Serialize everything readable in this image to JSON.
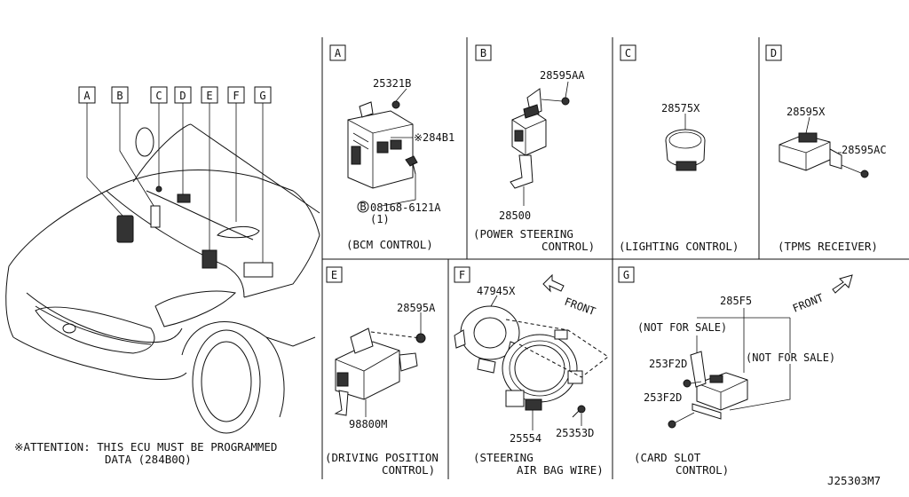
{
  "overview_labels": [
    "A",
    "B",
    "C",
    "D",
    "E",
    "F",
    "G"
  ],
  "attention_note": {
    "line1": "※ATTENTION: THIS ECU MUST BE PROGRAMMED",
    "line2": "DATA (284B0Q)"
  },
  "panels": {
    "A": {
      "letter": "A",
      "parts": [
        "25321B",
        "※284B1",
        "08168-6121A",
        "(1)"
      ],
      "bolt_symbol": "B",
      "caption": [
        "(BCM CONTROL)"
      ]
    },
    "B": {
      "letter": "B",
      "parts": [
        "28595AA",
        "28500"
      ],
      "caption": [
        "(POWER STEERING",
        "CONTROL)"
      ]
    },
    "C": {
      "letter": "C",
      "parts": [
        "28575X"
      ],
      "caption": [
        "(LIGHTING CONTROL)"
      ]
    },
    "D": {
      "letter": "D",
      "parts": [
        "28595X",
        "28595AC"
      ],
      "caption": [
        "(TPMS RECEIVER)"
      ]
    },
    "E": {
      "letter": "E",
      "parts": [
        "28595A",
        "98800M"
      ],
      "caption": [
        "(DRIVING POSITION",
        "CONTROL)"
      ]
    },
    "F": {
      "letter": "F",
      "parts": [
        "47945X",
        "25554",
        "25353D"
      ],
      "front_label": "FRONT",
      "caption": [
        "(STEERING",
        "AIR BAG WIRE)"
      ]
    },
    "G": {
      "letter": "G",
      "parts": [
        "285F5",
        "253F2D",
        "253F2D"
      ],
      "front_label": "FRONT",
      "not_for_sale": [
        "(NOT FOR SALE)",
        "(NOT FOR SALE)"
      ],
      "caption": [
        "(CARD SLOT",
        "CONTROL)"
      ]
    }
  },
  "diagram_code": "J25303M7"
}
